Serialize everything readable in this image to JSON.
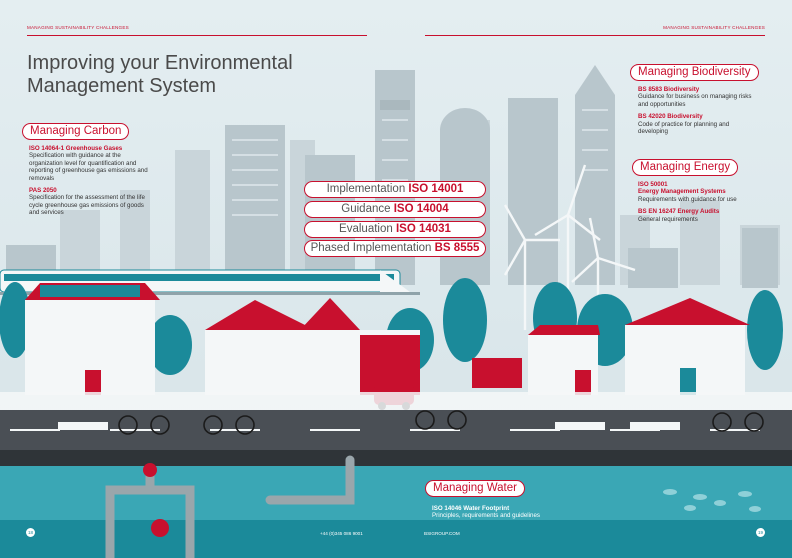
{
  "header": {
    "left_running_head": "MANAGING SUSTAINABILITY CHALLENGES",
    "right_running_head": "MANAGING SUSTAINABILITY CHALLENGES"
  },
  "title": {
    "line1": "Improving your Environmental",
    "line2": "Management System"
  },
  "carbon": {
    "heading": "Managing Carbon",
    "items": [
      {
        "code": "ISO 14064-1 Greenhouse Gases",
        "desc": "Specification with guidance at the organization level for quantification and reporting of greenhouse gas emissions and removals"
      },
      {
        "code": "PAS 2050",
        "desc": "Specification for the assessment of the life cycle greenhouse gas emissions of goods and services"
      }
    ]
  },
  "center_standards": [
    {
      "label": "Implementation",
      "code": "ISO 14001"
    },
    {
      "label": "Guidance",
      "code": "ISO 14004"
    },
    {
      "label": "Evaluation",
      "code": "ISO 14031"
    },
    {
      "label": "Phased Implementation",
      "code": "BS 8555"
    }
  ],
  "biodiversity": {
    "heading": "Managing Biodiversity",
    "items": [
      {
        "code": "BS 8583 Biodiversity",
        "desc": "Guidance for business on managing risks and opportunities"
      },
      {
        "code": "BS 42020 Biodiversity",
        "desc": "Code of practice for planning and developing"
      }
    ]
  },
  "energy": {
    "heading": "Managing Energy",
    "items": [
      {
        "code": "ISO 50001",
        "code2": "Energy Management Systems",
        "desc": "Requirements with guidance for use"
      },
      {
        "code": "BS EN 16247 Energy Audits",
        "desc": "General requirements"
      }
    ]
  },
  "water": {
    "heading": "Managing Water",
    "code": "ISO 14046 Water Footprint",
    "desc": "Principles, requirements and guidelines"
  },
  "footer": {
    "page_left": "18",
    "page_right": "19",
    "phone": "+44 (0)345 086 9001",
    "website": "BSIGROUP.COM"
  },
  "colors": {
    "accent": "#c8102e",
    "teal": "#1b8a9a",
    "water": "#3aa7b5",
    "road": "#4a4f55"
  }
}
